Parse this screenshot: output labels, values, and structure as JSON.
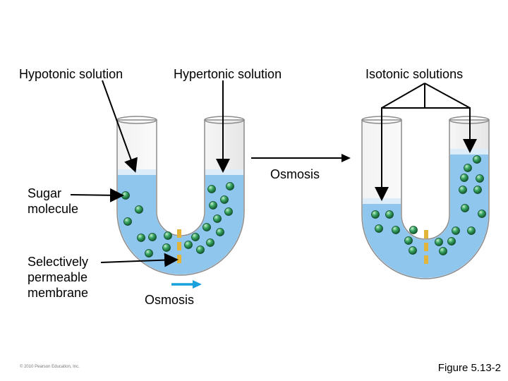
{
  "labels": {
    "hypotonic": "Hypotonic solution",
    "hypertonic": "Hypertonic solution",
    "isotonic": "Isotonic solutions",
    "sugar_molecule": "Sugar molecule",
    "membrane": "Selectively permeable membrane",
    "osmosis_bottom": "Osmosis",
    "osmosis_middle": "Osmosis"
  },
  "credit": "© 2010 Pearson Education, Inc.",
  "figure": "Figure 5.13-2",
  "colors": {
    "water": "#8fc6ee",
    "water_surface": "#dcecf8",
    "tube_outline": "#8c8c8c",
    "membrane": "#e2b43a",
    "molecule": "#2f9e58",
    "osmosis_arrow": "#1aa0dc",
    "pointer": "#000000"
  }
}
